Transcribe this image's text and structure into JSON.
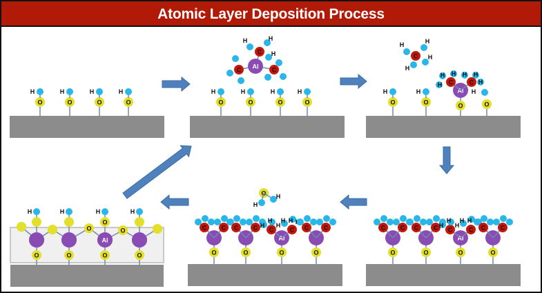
{
  "title": "Atomic Layer Deposition Process",
  "labels": {
    "hydrogen": "H",
    "oxygen": "O",
    "carbon": "C",
    "aluminum": "Al"
  },
  "colors": {
    "title_bg": "#b01a06",
    "substrate": "#8c8c8c",
    "oxygen": "#e3df2a",
    "hydrogen": "#29b6e8",
    "carbon": "#c4160a",
    "aluminum": "#8a4bb5",
    "arrow": "#4f81bd",
    "bond": "#6d8ab0",
    "film": "#f0f0f0"
  },
  "panels": [
    {
      "id": "step1",
      "name": "hydroxylated-surface"
    },
    {
      "id": "step2",
      "name": "tma-precursor-approach"
    },
    {
      "id": "step3",
      "name": "tma-chemisorption-methane-release"
    },
    {
      "id": "step4",
      "name": "saturated-methyl-surface"
    },
    {
      "id": "step5",
      "name": "water-pulse"
    },
    {
      "id": "step6",
      "name": "alumina-layer-formed"
    }
  ]
}
